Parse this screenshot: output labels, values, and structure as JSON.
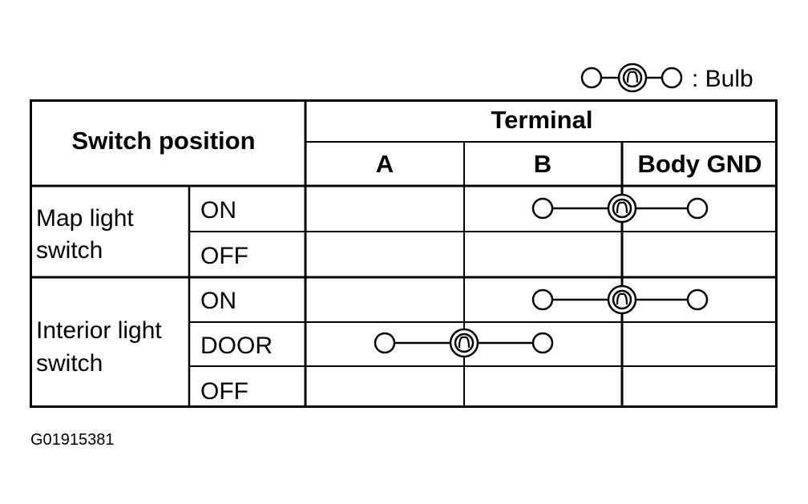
{
  "legend": {
    "symbol_icon": "bulb-connection-symbol-icon",
    "label": ": Bulb"
  },
  "table": {
    "switch_position_header": "Switch position",
    "terminal_header": "Terminal",
    "terminals": [
      "A",
      "B",
      "Body GND"
    ],
    "groups": [
      {
        "name_lines": [
          "Map light",
          "switch"
        ],
        "rows": [
          {
            "position": "ON",
            "connection": {
              "from": "B",
              "to": "Body GND",
              "has_bulb": true
            }
          },
          {
            "position": "OFF",
            "connection": null
          }
        ]
      },
      {
        "name_lines": [
          "Interior light",
          "switch"
        ],
        "rows": [
          {
            "position": "ON",
            "connection": {
              "from": "B",
              "to": "Body GND",
              "has_bulb": true
            }
          },
          {
            "position": "DOOR",
            "connection": {
              "from": "A",
              "to": "B",
              "has_bulb": true
            }
          },
          {
            "position": "OFF",
            "connection": null
          }
        ]
      }
    ]
  },
  "figure_id": "G01915381"
}
